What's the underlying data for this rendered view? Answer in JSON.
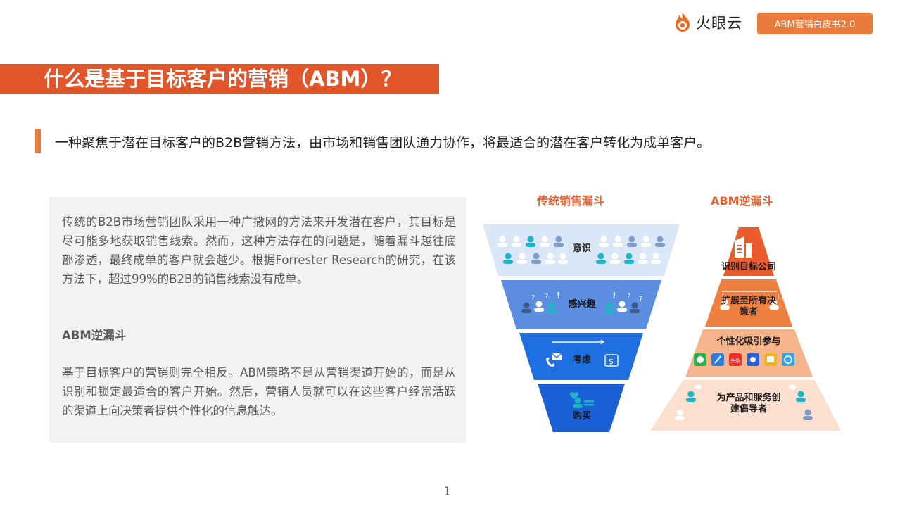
{
  "header": {
    "logo_text": "火眼云",
    "badge_label": "ABM营销白皮书2.0"
  },
  "title": "什么是基于目标客户的营销（ABM）？",
  "lead_text": "一种聚焦于潜在目标客户的B2B营销方法，由市场和销售团队通力协作，将最适合的潜在客户转化为成单客户。",
  "panel": {
    "paragraph1": "传统的B2B市场营销团队采用一种广撒网的方法来开发潜在客户，其目标是尽可能多地获取销售线索。然而，这种方法存在的问题是，随着漏斗越往底部渗透，最终成单的客户就会越少。根据Forrester Research的研究，在该方法下，超过99%的B2B的销售线索没有成单。",
    "subheading": "ABM逆漏斗",
    "paragraph2": "基于目标客户的营销则完全相反。ABM策略不是从营销渠道开始的，而是从识别和锁定最适合的客户开始。然后，营销人员就可以在这些客户经常活跃的渠道上向决策者提供个性化的信息触达。"
  },
  "traditional_funnel": {
    "title": "传统销售漏斗",
    "stages": [
      "意识",
      "感兴趣",
      "考虑",
      "购买"
    ],
    "colors": [
      "#dbe7f6",
      "#5b8ee0",
      "#1f6fe0",
      "#1b5fd6"
    ]
  },
  "abm_funnel": {
    "title": "ABM逆漏斗",
    "stages": [
      "识别目标公司",
      "扩展至所有决策者",
      "个性化吸引参与",
      "为产品和服务创建倡导者"
    ],
    "colors": [
      "#ec5b2b",
      "#f0803f",
      "#f6b48c",
      "#fbe0cf"
    ]
  },
  "page_number": "1"
}
